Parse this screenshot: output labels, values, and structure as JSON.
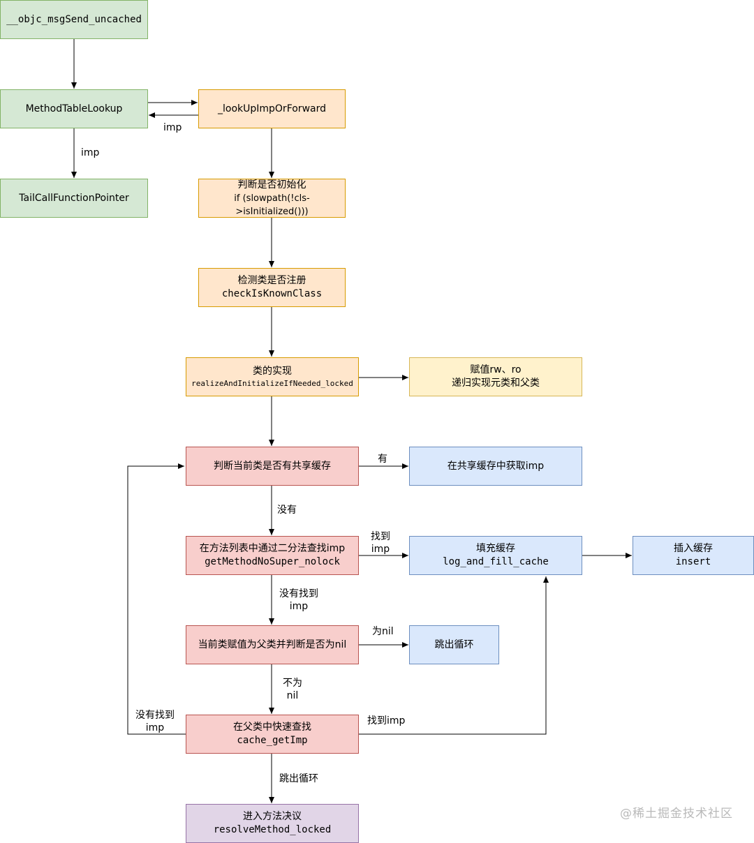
{
  "nodes": {
    "objc_msgsend_uncached": "__objc_msgSend_uncached",
    "method_table_lookup": "MethodTableLookup",
    "lookup_imp_or_forward": "_lookUpImpOrForward",
    "tail_call_function_pointer": "TailCallFunctionPointer",
    "check_initialized": {
      "line1": "判断是否初始化",
      "line2": "if (slowpath(!cls->isInitialized()))"
    },
    "check_known_class": {
      "line1": "检测类是否注册",
      "line2": "checkIsKnownClass"
    },
    "realize_class": {
      "line1": "类的实现",
      "line2": "realizeAndInitializeIfNeeded_locked"
    },
    "assign_rw_ro": {
      "line1": "赋值rw、ro",
      "line2": "递归实现元类和父类"
    },
    "check_shared_cache": "判断当前类是否有共享缓存",
    "get_imp_shared_cache": "在共享缓存中获取imp",
    "binary_search": {
      "line1": "在方法列表中通过二分法查找imp",
      "line2": "getMethodNoSuper_nolock"
    },
    "fill_cache": {
      "line1": "填充缓存",
      "line2": "log_and_fill_cache"
    },
    "insert_cache": {
      "line1": "插入缓存",
      "line2": "insert"
    },
    "assign_superclass": "当前类赋值为父类并判断是否为nil",
    "break_loop": "跳出循环",
    "superclass_cache_lookup": {
      "line1": "在父类中快速查找",
      "line2": "cache_getImp"
    },
    "resolve_method": {
      "line1": "进入方法决议",
      "line2": "resolveMethod_locked"
    }
  },
  "edge_labels": {
    "imp_return": "imp",
    "imp_down": "imp",
    "has": "有",
    "none": "没有",
    "found_imp": {
      "line1": "找到",
      "line2": "imp"
    },
    "not_found_imp": {
      "line1": "没有找到",
      "line2": "imp"
    },
    "is_nil": "为nil",
    "not_nil": {
      "line1": "不为",
      "line2": "nil"
    },
    "loop_not_found": {
      "line1": "没有找到",
      "line2": "imp"
    },
    "found_imp_super": "找到imp",
    "break_loop": "跳出循环"
  },
  "watermark": "@稀土掘金技术社区"
}
